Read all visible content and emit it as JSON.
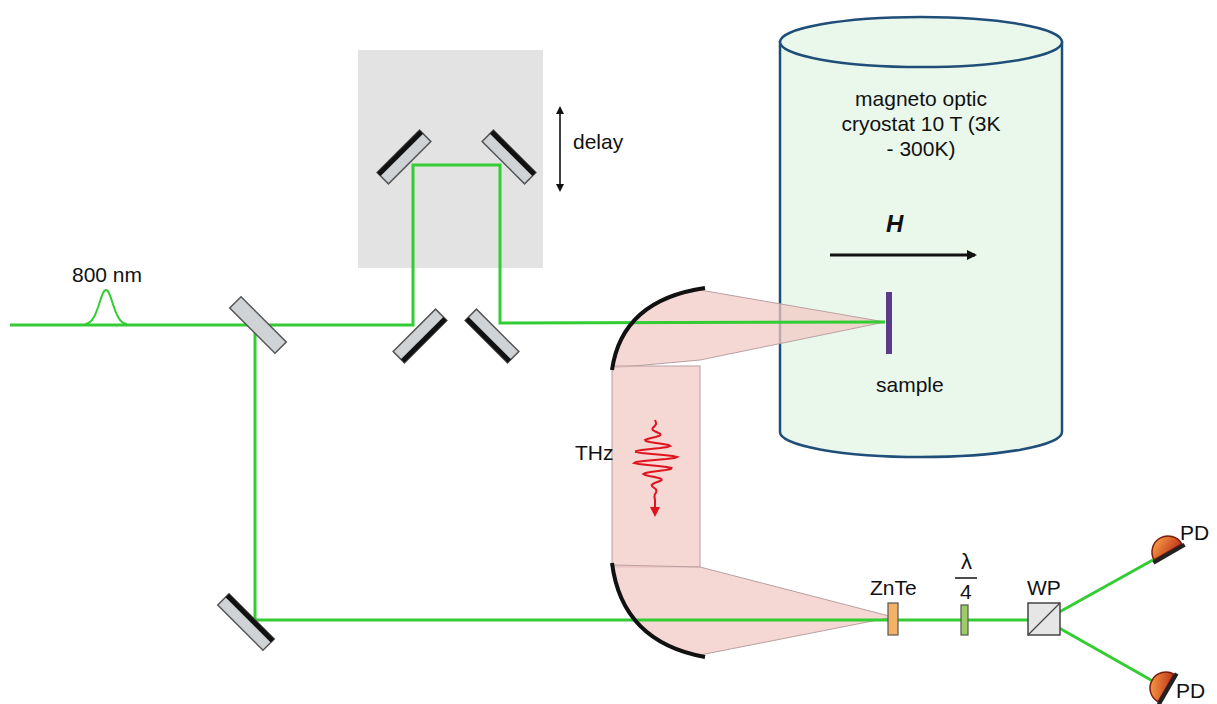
{
  "diagram": {
    "nodes": [
      {
        "text": [
          "delay"
        ]
      },
      {
        "text": [
          "magneto optic cryostat 10 T (3K - 300K)",
          "H",
          "sample"
        ]
      }
    ],
    "labels": [
      "800 nm",
      "THz",
      "ZnTe",
      "λ",
      "4",
      "WP",
      "PD",
      "PD"
    ]
  }
}
